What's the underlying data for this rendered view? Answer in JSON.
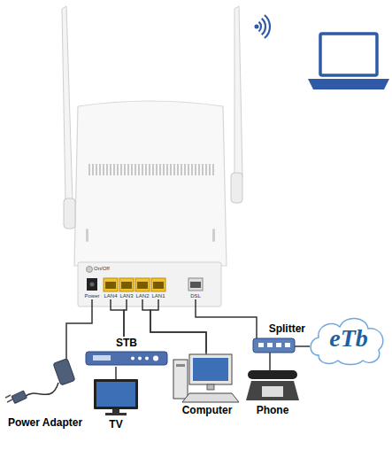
{
  "diagram": {
    "nodes": [
      {
        "text": [
          "Power"
        ]
      },
      {
        "text": [
          "LAN4"
        ]
      },
      {
        "text": [
          "LAN3"
        ]
      },
      {
        "text": [
          "LAN2"
        ]
      },
      {
        "text": [
          "LAN1"
        ]
      },
      {
        "text": [
          "DSL"
        ]
      },
      {
        "text": [
          "Splitter"
        ]
      },
      {
        "text": [
          "eTb"
        ]
      },
      {
        "text": [
          "STB"
        ]
      },
      {
        "text": [
          "Computer"
        ]
      },
      {
        "text": [
          "Phone"
        ]
      },
      {
        "text": [
          "Power Adapter"
        ]
      },
      {
        "text": [
          "TV"
        ]
      }
    ],
    "edges": [
      {
        "from": 0,
        "to": 11,
        "arrow": "none"
      },
      {
        "from": 1,
        "to": 8,
        "arrow": "none"
      },
      {
        "from": 2,
        "to": 8,
        "arrow": "none"
      },
      {
        "from": 3,
        "to": 9,
        "arrow": "none"
      },
      {
        "from": 4,
        "to": 9,
        "arrow": "none"
      },
      {
        "from": 5,
        "to": 6,
        "arrow": "none"
      },
      {
        "from": 6,
        "to": 7,
        "arrow": "none"
      },
      {
        "from": 6,
        "to": 10,
        "arrow": "none"
      },
      {
        "from": 8,
        "to": 12,
        "arrow": "none"
      }
    ],
    "labels": [
      "On/Off"
    ]
  }
}
